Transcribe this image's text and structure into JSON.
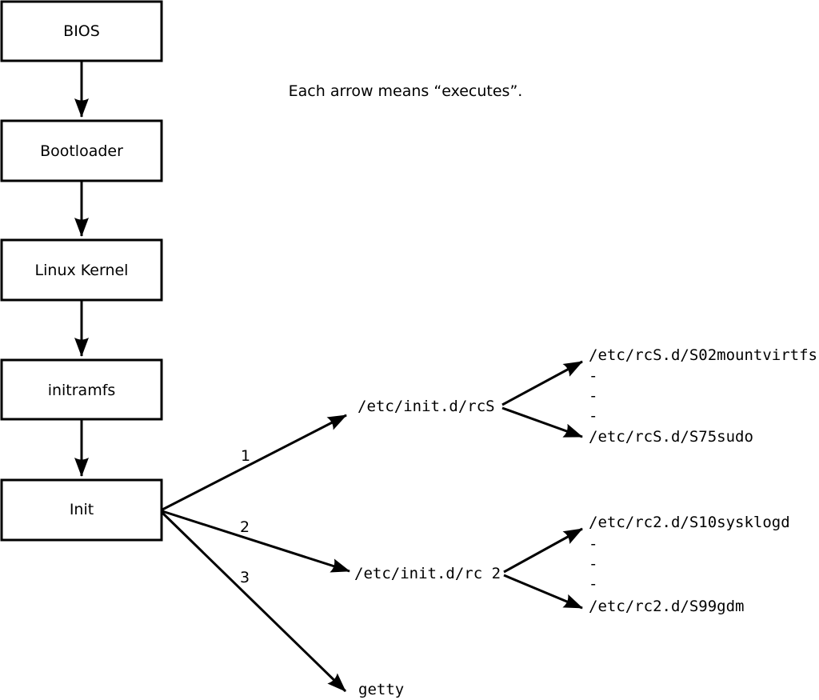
{
  "diagram": {
    "caption": "Each arrow means “executes”.",
    "arrow_meaning": "executes",
    "boot_chain": [
      {
        "label": "BIOS"
      },
      {
        "label": "Bootloader"
      },
      {
        "label": "Linux Kernel"
      },
      {
        "label": "initramfs"
      },
      {
        "label": "Init"
      }
    ],
    "init_branches": [
      {
        "order": "1",
        "target": "/etc/init.d/rcS"
      },
      {
        "order": "2",
        "target": "/etc/init.d/rc 2"
      },
      {
        "order": "3",
        "target": "getty"
      }
    ],
    "rcS_children": [
      "/etc/rcS.d/S02mountvirtfs",
      "-",
      "-",
      "-",
      "/etc/rcS.d/S75sudo"
    ],
    "rc2_children": [
      "/etc/rc2.d/S10sysklogd",
      "-",
      "-",
      "-",
      "/etc/rc2.d/S99gdm"
    ],
    "colors": {
      "line": "#000000",
      "background": "#ffffff"
    }
  }
}
